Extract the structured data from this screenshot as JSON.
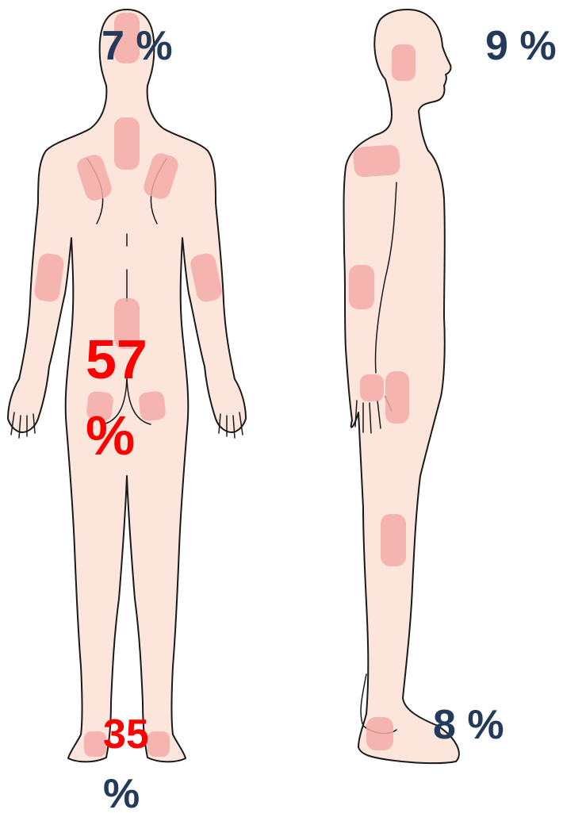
{
  "colors": {
    "skin": "#fce6dc",
    "outline": "#1a1a1a",
    "patch": "#f3aaa8",
    "label_dark": "#243a5a",
    "label_red": "#ff0000"
  },
  "labels": {
    "head_back": "7 %",
    "head_side": "9 %",
    "trunk_line1": "57",
    "trunk_line2": "%",
    "feet_line1": "35",
    "feet_line2": "%",
    "lower_leg_side": "8 %"
  }
}
